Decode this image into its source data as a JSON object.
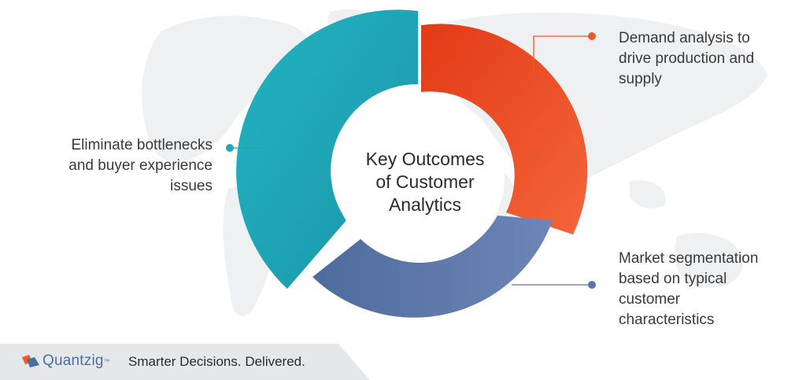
{
  "diagram": {
    "center_text": [
      "Key Outcomes",
      "of Customer",
      "Analytics"
    ],
    "segments": [
      {
        "label": "Demand analysis to drive production and supply",
        "color": "#f05a28"
      },
      {
        "label": "Market segmentation based on typical customer characteristics",
        "color": "#5b77a8"
      },
      {
        "label": "Eliminate bottlenecks and buyer experience issues",
        "color": "#1fa8b8"
      }
    ],
    "labels": {
      "demand": [
        "Demand analysis to",
        "drive production and",
        "supply"
      ],
      "market": [
        "Market segmentation",
        "based on typical",
        "customer",
        "characteristics"
      ],
      "eliminate": [
        "Eliminate bottlenecks",
        "and buyer experience",
        "issues"
      ]
    }
  },
  "footer": {
    "brand": "Quantzig",
    "tm": "™",
    "tagline": "Smarter Decisions. Delivered."
  },
  "colors": {
    "orange": "#f05a28",
    "blue": "#5b77a8",
    "teal": "#1fa8b8",
    "map": "#eef0f3",
    "footer_bg": "#e6e7e9"
  }
}
